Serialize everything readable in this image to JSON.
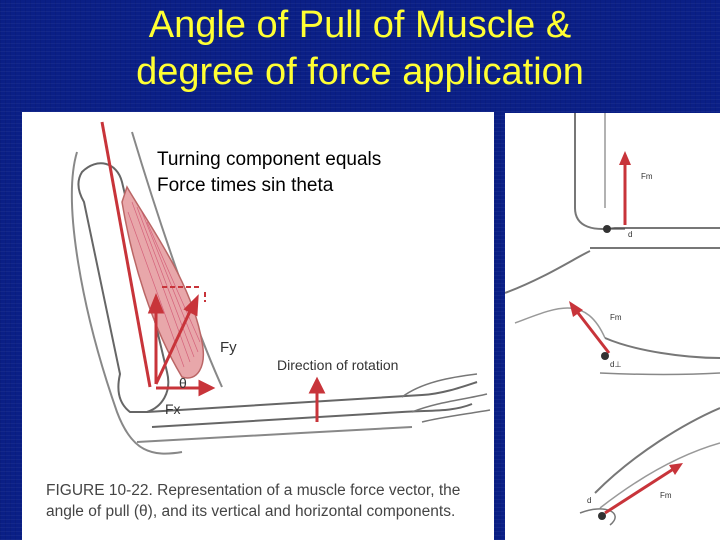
{
  "slide": {
    "title_line1": "Angle of Pull of Muscle &",
    "title_line2": "degree of force application",
    "background_color": "#0a1f86",
    "title_color": "#ffff33"
  },
  "left_figure": {
    "overlay_line1": "Turning component equals",
    "overlay_line2": "Force times sin theta",
    "labels": {
      "fy": "Fy",
      "fx": "Fx",
      "theta": "θ",
      "direction": "Direction of rotation"
    },
    "caption_lead": "FIGURE 10-22.",
    "caption_text": " Representation of a muscle force vector, the angle of pull (θ), and its vertical and horizontal components."
  },
  "right_figure": {
    "labels": {
      "fm_top": "Fm",
      "d_top": "d",
      "fm_mid": "Fm",
      "d_mid": "d⊥",
      "fm_bot": "Fm",
      "d_bot": "d"
    }
  },
  "colors": {
    "vector_red": "#c8343a",
    "muscle_pink": "#e8a7aa",
    "bone_stroke": "#555555"
  },
  "icons": [
    "elbow-arm-diagram",
    "elbow-joint-sequence"
  ]
}
